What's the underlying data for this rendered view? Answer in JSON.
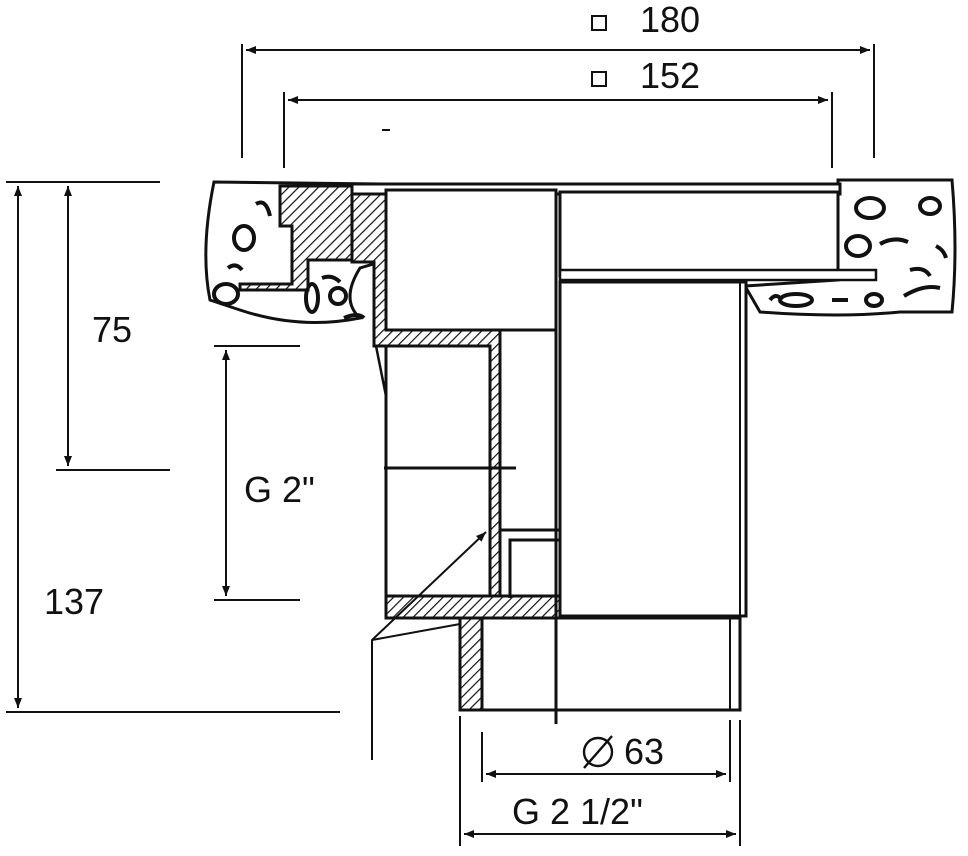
{
  "dimensions": {
    "width_outer": "180",
    "width_inner": "152",
    "height_flange": "75",
    "height_total": "137",
    "thread_inner": "G 2\"",
    "pipe_diameter": "63",
    "thread_outer": "G 2 1/2\""
  },
  "symbols": {
    "square": "square-symbol",
    "diameter": "diameter-symbol"
  },
  "colors": {
    "ink": "#111111",
    "paper": "#ffffff"
  }
}
